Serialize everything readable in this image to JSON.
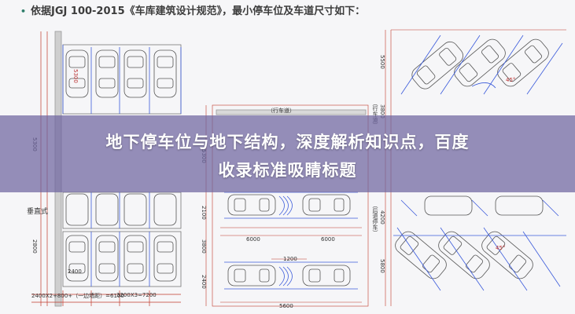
{
  "header": {
    "bullet": "•",
    "text": "依据JGJ 100-2015《车库建筑设计规范》，最小停车位及车道尺寸如下："
  },
  "banner": {
    "line1": "地下停车位与地下结构，深度解析知识点，百度",
    "line2": "收录标准吸睛标题"
  },
  "labels": {
    "vertical_type": "垂直式",
    "left_bottom_1": "2400X2+800+（一边墙距）=6100",
    "left_bottom_2": "3200X3=7200",
    "mid_6000_a": "6000",
    "mid_6000_b": "6000",
    "mid_1200": "1200",
    "mid_3800": "3800",
    "mid_2100": "2100",
    "mid_5300": "5300",
    "mid_2400": "2400",
    "mid_5600": "5600",
    "left_2800": "2800",
    "left_5300": "5300",
    "right_5500": "5500",
    "right_3800": "3800",
    "right_4200": "4200",
    "right_5800": "5800",
    "right_lane_1": "（行车道）",
    "right_lane_2": "（后退停车）",
    "right_45_a": "45°",
    "right_45_b": "45°",
    "mid_lane_top": "（行车道）",
    "left_small_a": "5300",
    "left_small_b": "2400"
  },
  "colors": {
    "banner": "#6e64a0",
    "dim_red": "#c0392b",
    "line_blue": "#3b5bdb",
    "car": "#555555"
  }
}
